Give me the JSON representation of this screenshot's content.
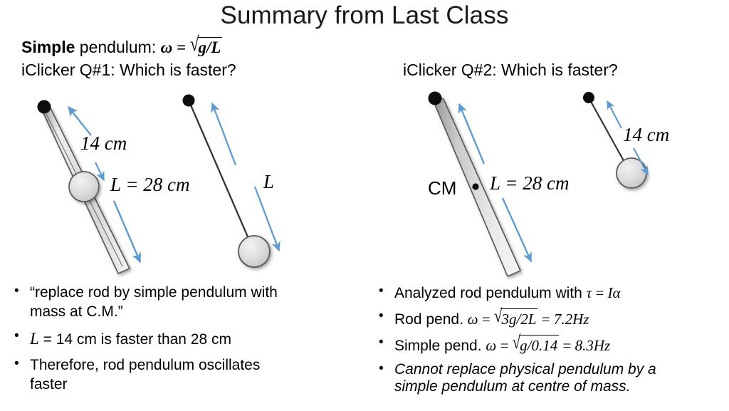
{
  "slide": {
    "title": "Summary from Last Class",
    "background_color": "#FFFFFF",
    "accent_arrow_color": "#5B9BD5",
    "text_color": "#000000"
  },
  "header": {
    "simple_prefix_bold": "Simple",
    "simple_rest": " pendulum: ",
    "simple_formula": {
      "omega": "ω",
      "equals": "=",
      "radical": "√",
      "radicand": "g/L"
    },
    "question_left": "iClicker Q#1: Which is faster?",
    "question_right": "iClicker Q#2: Which is faster?"
  },
  "diagram_left": {
    "name": "iclicker-q1-diagram",
    "rod_pendulum": {
      "label_top": "14 cm",
      "label_length": "L = 28 cm",
      "pivot_label": "pivot-dot",
      "mass_label": "mass-at-center"
    },
    "simple_pendulum": {
      "label_length": "L"
    }
  },
  "diagram_right": {
    "name": "iclicker-q2-diagram",
    "rod_pendulum": {
      "cm_label": "CM",
      "label_length": "L = 28 cm"
    },
    "simple_pendulum": {
      "label_length": "14 cm"
    }
  },
  "bullets_left": [
    "“replace rod by simple pendulum with mass at C.M.”",
    "L  = 14 cm is faster than 28 cm",
    "Therefore, rod pendulum oscillates faster"
  ],
  "bullets_right": [
    "Analyzed rod pendulum with τ = Iα",
    "Rod pend. ω = √(3g/2L) = 7.2Hz",
    "Simple pend. ω = √(g/0.14) = 8.3Hz",
    "Cannot replace physical pendulum by a simple pendulum at centre of mass."
  ],
  "bullet_parts": {
    "b1_text": "Analyzed rod pendulum with ",
    "b1_tau": "τ",
    "b1_eq": "=",
    "b1_ialpha": "Iα",
    "b2_text": "Rod pend. ",
    "b2_omega": "ω",
    "b2_eq": "=",
    "b2_radicand": "3g/2L",
    "b2_eq2": "=",
    "b2_value": "7.2Hz",
    "b3_text": "Simple pend. ",
    "b3_omega": "ω",
    "b3_eq": "=",
    "b3_radicand": "g/0.14",
    "b3_eq2": "=",
    "b3_value": "8.3Hz",
    "b4_line1": "Cannot replace physical pendulum by a",
    "b4_line2": "simple pendulum at centre of mass.",
    "l1_line1": "“replace rod by simple pendulum with",
    "l1_line2": "mass at C.M.”",
    "l2_L": "L",
    "l2_rest": " = 14 cm is faster than 28 cm",
    "l3_line1": "Therefore, rod pendulum oscillates",
    "l3_line2": "faster"
  }
}
